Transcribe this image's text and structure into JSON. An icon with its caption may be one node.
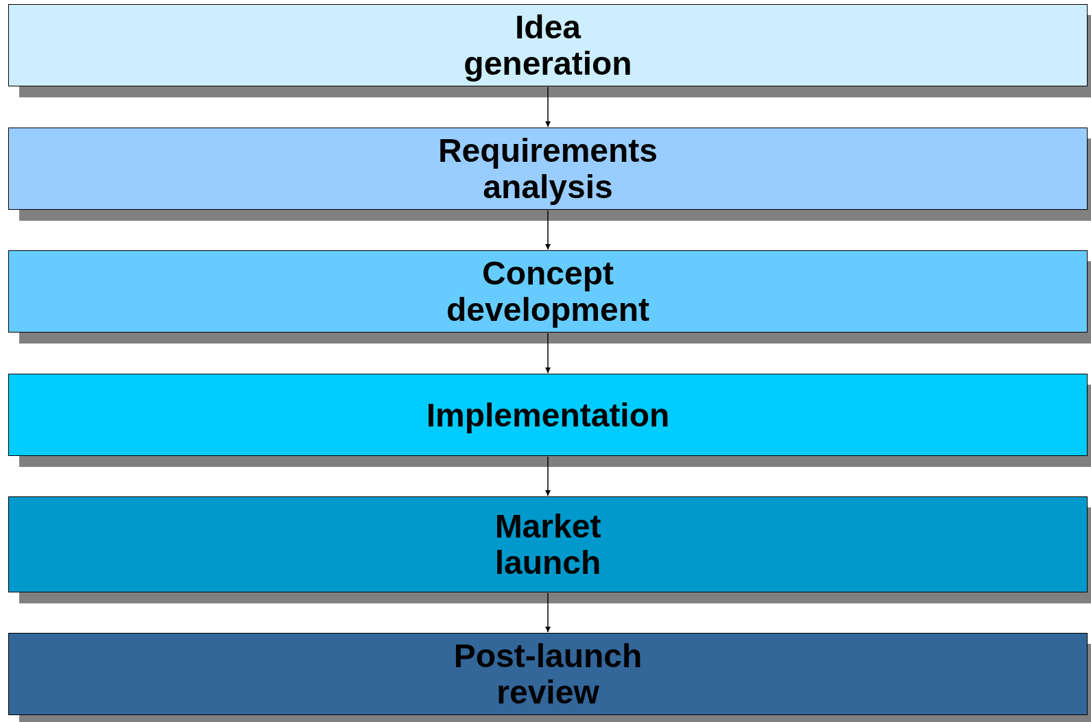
{
  "diagram": {
    "nodes": [
      {
        "text": [
          "Idea generation"
        ]
      },
      {
        "text": [
          "Requirements analysis"
        ]
      },
      {
        "text": [
          "Concept development"
        ]
      },
      {
        "text": [
          "Implementation"
        ]
      },
      {
        "text": [
          "Market launch"
        ]
      },
      {
        "text": [
          "Post-launch review"
        ]
      }
    ],
    "edges": [
      {
        "from": 0,
        "to": 1,
        "arrow": "to"
      },
      {
        "from": 1,
        "to": 2,
        "arrow": "to"
      },
      {
        "from": 2,
        "to": 3,
        "arrow": "to"
      },
      {
        "from": 3,
        "to": 4,
        "arrow": "to"
      },
      {
        "from": 4,
        "to": 5,
        "arrow": "to"
      }
    ]
  }
}
